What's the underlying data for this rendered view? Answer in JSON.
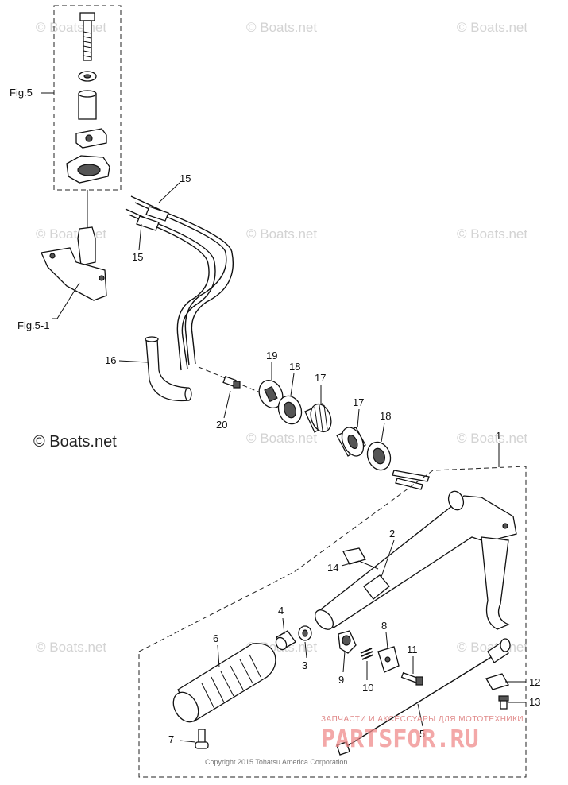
{
  "watermarks": {
    "boats": "© Boats.net",
    "copyright": "Copyright 2015 Tohatsu America Corporation",
    "ad_top": "ЗАПЧАСТИ И АКСЕССУАРЫ ДЛЯ МОТОТЕХНИКИ",
    "ad_main": "PARTSFOR.RU"
  },
  "figure_refs": {
    "fig5": "Fig.5",
    "fig5_1": "Fig.5-1"
  },
  "callouts": {
    "c1": "1",
    "c2": "2",
    "c3": "3",
    "c4": "4",
    "c5": "5",
    "c6": "6",
    "c7": "7",
    "c8": "8",
    "c9": "9",
    "c10": "10",
    "c11": "11",
    "c12": "12",
    "c13": "13",
    "c14": "14",
    "c15a": "15",
    "c15b": "15",
    "c16": "16",
    "c17a": "17",
    "c17b": "17",
    "c18a": "18",
    "c18b": "18",
    "c19": "19",
    "c20": "20"
  }
}
